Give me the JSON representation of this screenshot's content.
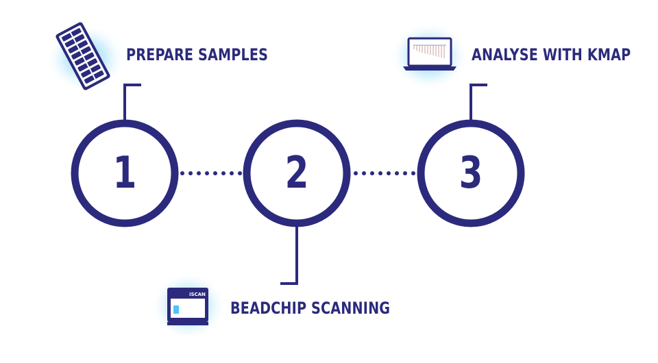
{
  "colors": {
    "primary": "#2b2a7c",
    "glow": "#4fc3f7",
    "background": "#ffffff"
  },
  "steps": [
    {
      "number": "1",
      "label": "PREPARE SAMPLES",
      "icon": "sample-plate-icon"
    },
    {
      "number": "2",
      "label": "BEADCHIP SCANNING",
      "icon": "iscan-scanner-icon"
    },
    {
      "number": "3",
      "label": "ANALYSE WITH KMAP",
      "icon": "laptop-icon"
    }
  ],
  "scanner": {
    "brand_text": "iSCAN"
  }
}
